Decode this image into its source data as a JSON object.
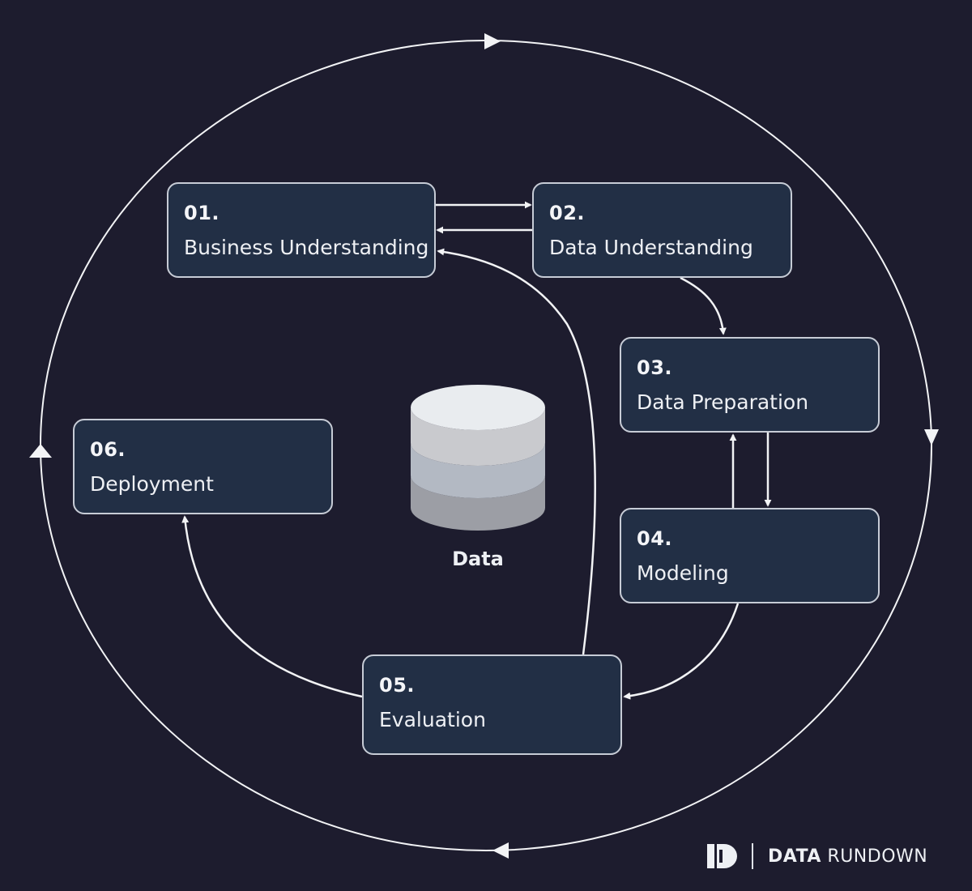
{
  "stages": [
    {
      "number": "01.",
      "title": "Business Understanding"
    },
    {
      "number": "02.",
      "title": "Data Understanding"
    },
    {
      "number": "03.",
      "title": "Data Preparation"
    },
    {
      "number": "04.",
      "title": "Modeling"
    },
    {
      "number": "05.",
      "title": "Evaluation"
    },
    {
      "number": "06.",
      "title": "Deployment"
    }
  ],
  "center": {
    "label": "Data"
  },
  "brand": {
    "name_bold": "DATA",
    "name_regular": "RUNDOWN"
  },
  "colors": {
    "background": "#1d1c2e",
    "box_fill": "#222f45",
    "box_border": "#c7ccd6",
    "arrow": "#f2f3f5",
    "cylinder_top": "#e9ecef",
    "cylinder_band_1": "#c9cace",
    "cylinder_band_2": "#b3b9c3",
    "cylinder_band_3": "#9c9ea5"
  }
}
